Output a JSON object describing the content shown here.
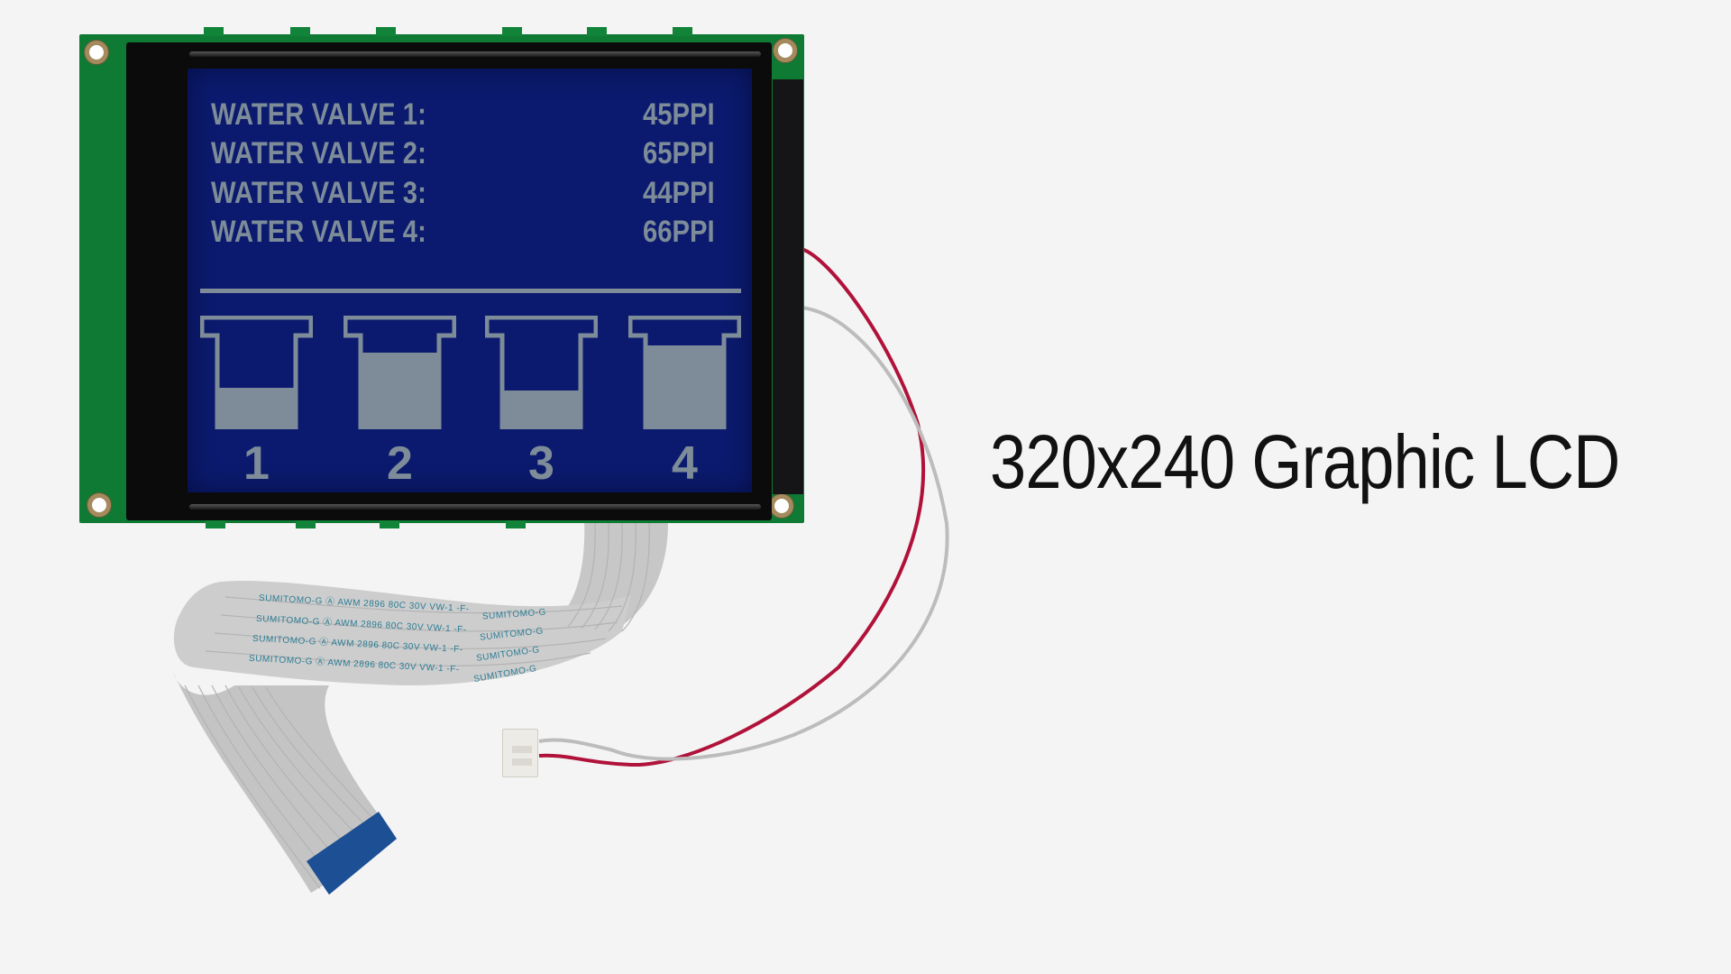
{
  "title": "320x240 Graphic LCD",
  "lcd": {
    "resolution": "320x240",
    "background_color": "#0b1a6e",
    "pixel_color": "#7d8c98",
    "rows": [
      {
        "label": "WATER VALVE 1:",
        "value": "45PPI"
      },
      {
        "label": "WATER VALVE 2:",
        "value": "65PPI"
      },
      {
        "label": "WATER VALVE 3:",
        "value": "44PPI"
      },
      {
        "label": "WATER VALVE 4:",
        "value": "66PPI"
      }
    ],
    "valves": [
      {
        "number": "1",
        "fill_percent": 45
      },
      {
        "number": "2",
        "fill_percent": 65
      },
      {
        "number": "3",
        "fill_percent": 44
      },
      {
        "number": "4",
        "fill_percent": 66
      }
    ]
  },
  "ribbon_cable": {
    "print_text": "SUMITOMO-G Ⓐ AWM 2896 80C 30V VW-1 -F-",
    "print_short": "SUMITOMO-G",
    "tail": "VW-1 -F-"
  },
  "wires": {
    "red_color": "#b0123a",
    "grey_color": "#b9b9b9"
  },
  "colors": {
    "background": "#f4f4f4",
    "pcb": "#0f7a34",
    "frame": "#0b0b0c",
    "ribbon_tip": "#1c4f94"
  }
}
